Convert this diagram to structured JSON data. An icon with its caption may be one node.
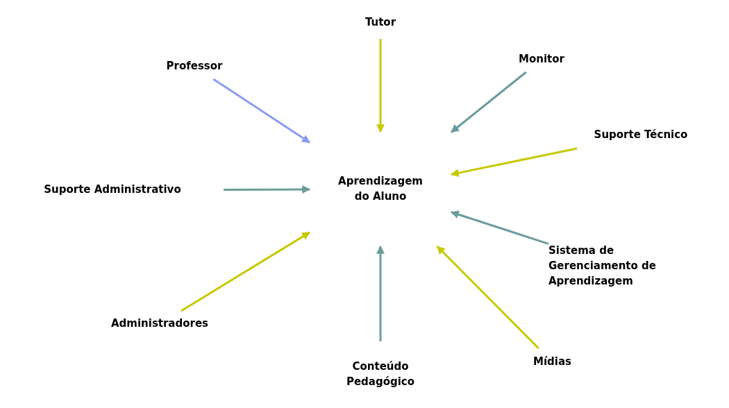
{
  "diagram": {
    "nodes": [
      {
        "text": [
          "Aprendizagem do Aluno"
        ]
      },
      {
        "text": [
          "Tutor"
        ]
      },
      {
        "text": [
          "Professor"
        ]
      },
      {
        "text": [
          "Monitor"
        ]
      },
      {
        "text": [
          "Suporte Técnico"
        ]
      },
      {
        "text": [
          "Suporte Administrativo"
        ]
      },
      {
        "text": [
          "Sistema de Gerenciamento de Aprendizagem"
        ]
      },
      {
        "text": [
          "Administradores"
        ]
      },
      {
        "text": [
          "Conteúdo Pedagógico"
        ]
      },
      {
        "text": [
          "Mídias"
        ]
      }
    ],
    "edges": [
      {
        "from": 1,
        "to": 0,
        "arrow": "to",
        "color": "#c8c800"
      },
      {
        "from": 2,
        "to": 0,
        "arrow": "to",
        "color": "#8c9cf0"
      },
      {
        "from": 3,
        "to": 0,
        "arrow": "to",
        "color": "#6c9c9c"
      },
      {
        "from": 4,
        "to": 0,
        "arrow": "to",
        "color": "#c8c800"
      },
      {
        "from": 5,
        "to": 0,
        "arrow": "to",
        "color": "#6c9c9c"
      },
      {
        "from": 6,
        "to": 0,
        "arrow": "to",
        "color": "#6c9c9c"
      },
      {
        "from": 7,
        "to": 0,
        "arrow": "to",
        "color": "#c8c800"
      },
      {
        "from": 8,
        "to": 0,
        "arrow": "to",
        "color": "#6c9c9c"
      },
      {
        "from": 9,
        "to": 0,
        "arrow": "to",
        "color": "#c8c800"
      }
    ]
  }
}
